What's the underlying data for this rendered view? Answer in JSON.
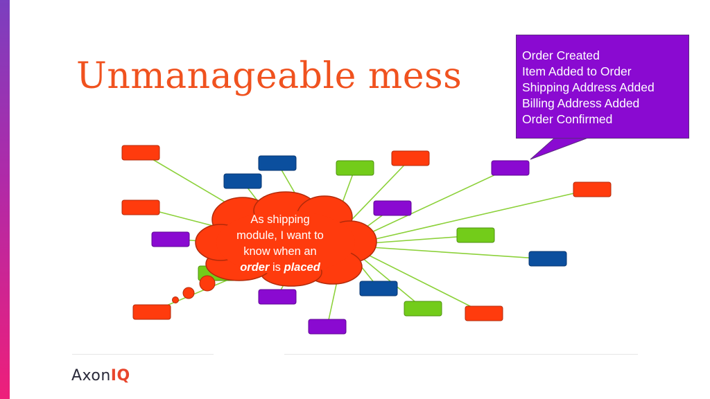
{
  "slide": {
    "title": "Unmanageable mess"
  },
  "callout": {
    "events": [
      "Order Created",
      "Item Added to Order",
      "Shipping Address Added",
      "Billing Address Added",
      "Order Confirmed"
    ]
  },
  "thought": {
    "line1": "As shipping",
    "line2": "module, I want to",
    "line3": "know when an",
    "word_order": "order",
    "word_is": "is",
    "word_placed": "placed"
  },
  "logo": {
    "part1": "Axon",
    "part2": "IQ"
  },
  "colors": {
    "title": "#f0521f",
    "node_red": "#ff3b0d",
    "node_blue": "#0b4f9e",
    "node_green": "#73cc1a",
    "node_purple": "#8a0ad1",
    "edge": "#8cd13a",
    "cloud": "#ff3b0d",
    "callout": "#8a0ad1"
  }
}
